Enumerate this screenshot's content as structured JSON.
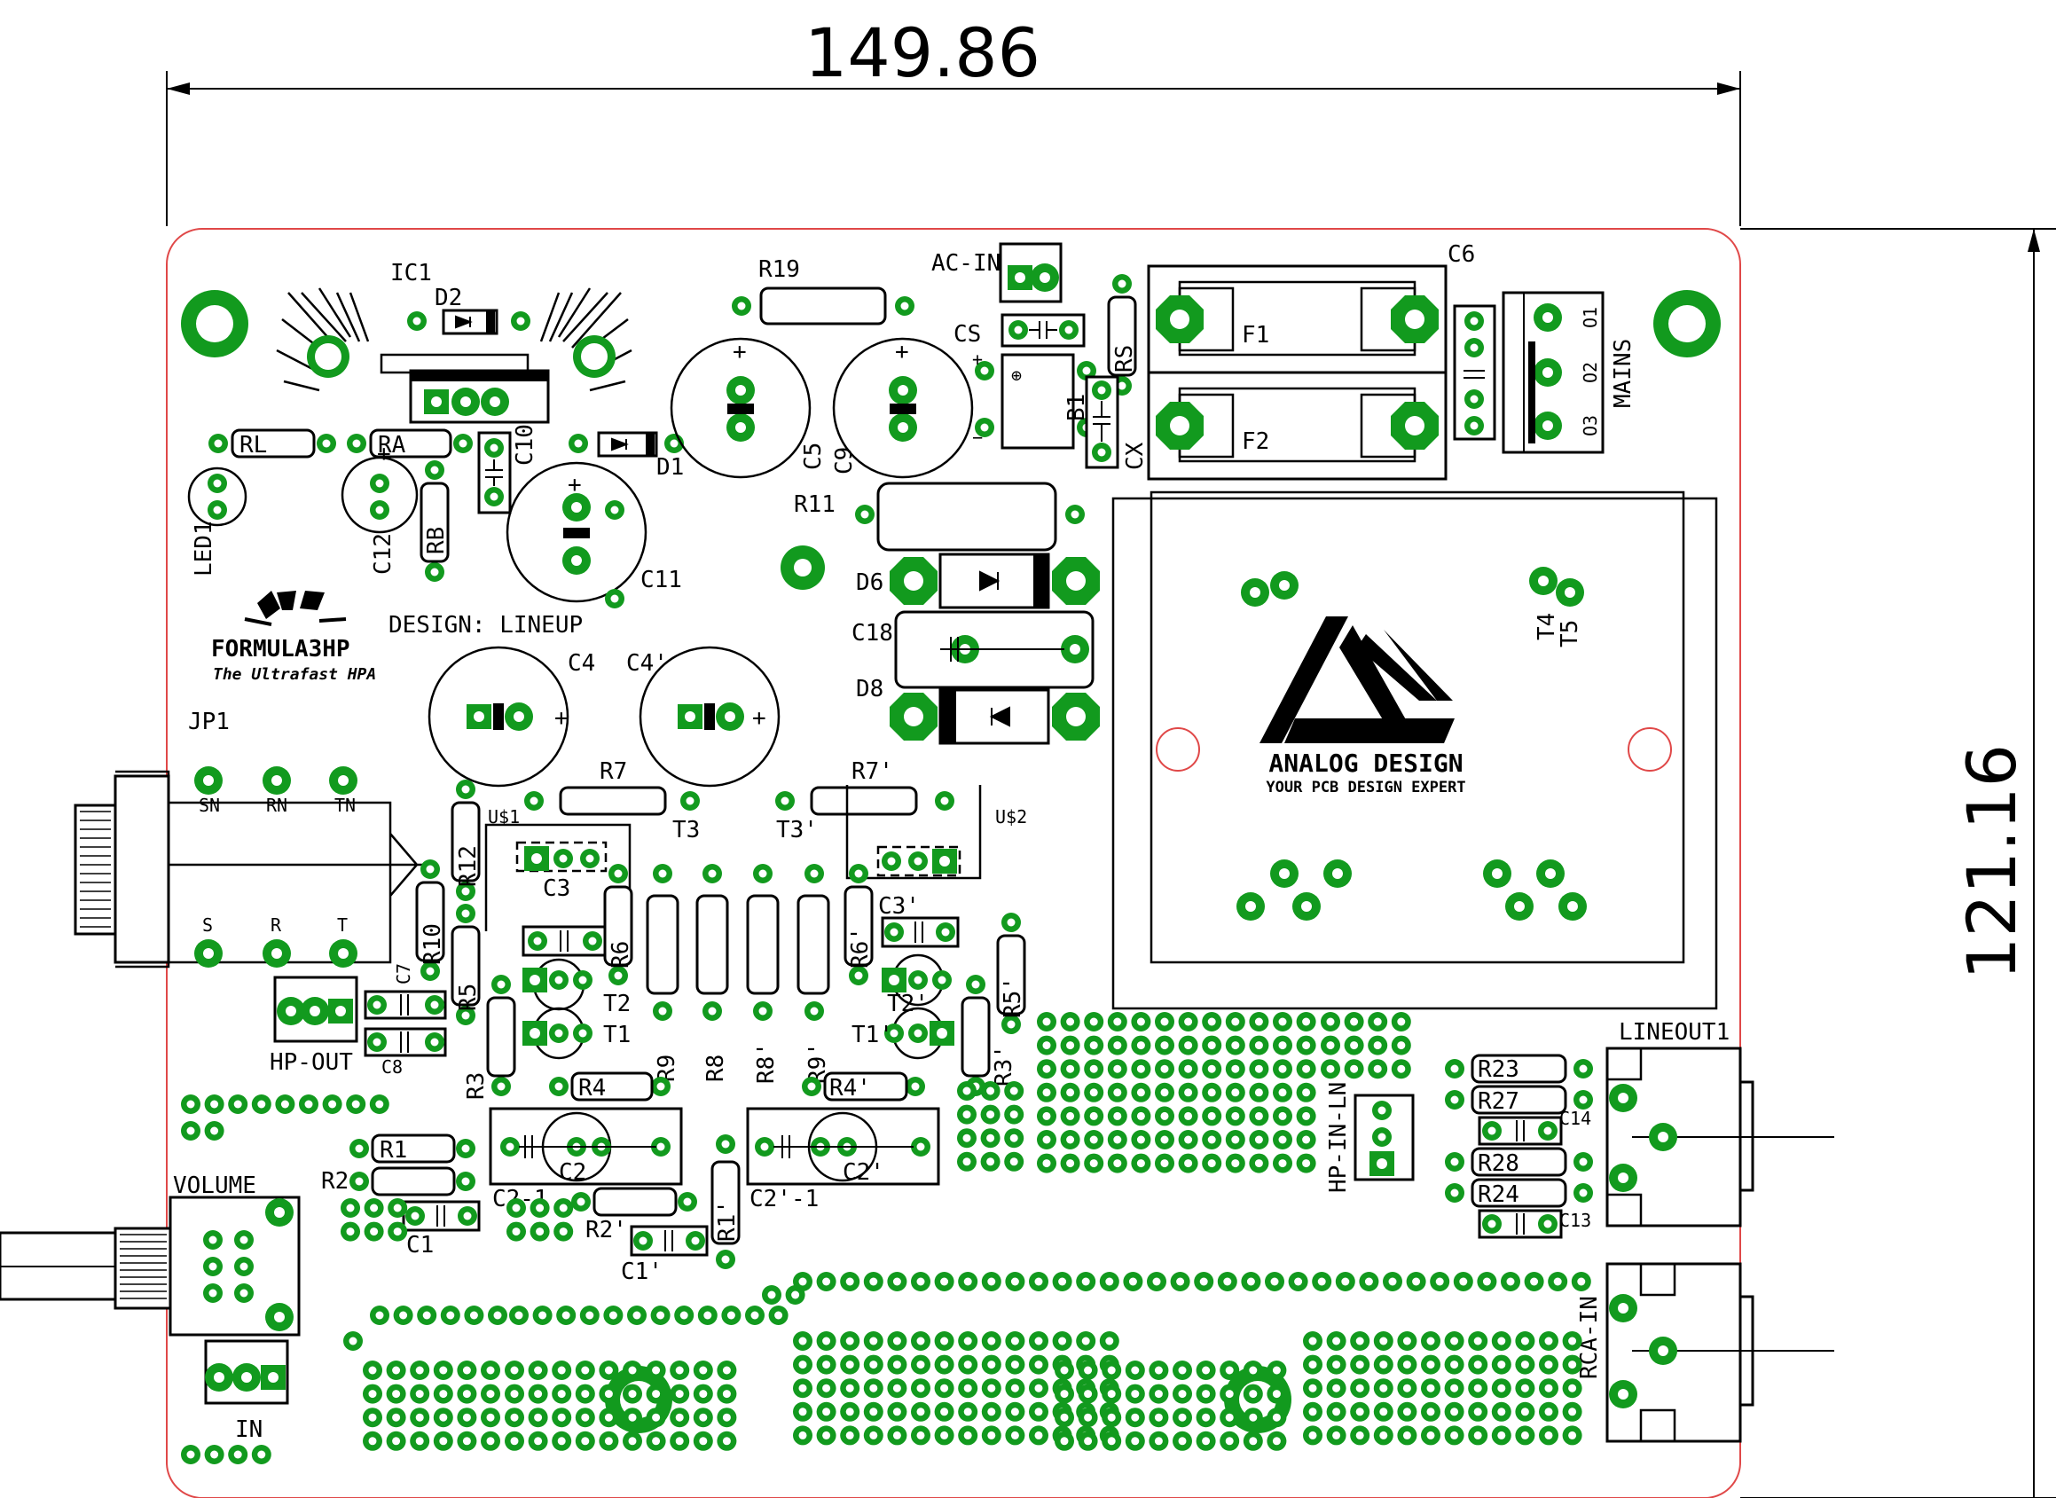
{
  "dimensions": {
    "width": "149.86",
    "height": "121.16"
  },
  "logos": {
    "formula": {
      "name": "FORMULA3HP",
      "tagline": "The Ultrafast HPA"
    },
    "analog": {
      "name": "ANALOG DESIGN",
      "tagline": "YOUR PCB DESIGN EXPERT"
    }
  },
  "design_credit": "DESIGN: LINEUP",
  "labels": {
    "IC1": "IC1",
    "D2": "D2",
    "D1": "D1",
    "RL": "RL",
    "RA": "RA",
    "RB": "RB",
    "C10": "C10",
    "C12": "C12",
    "C11": "C11",
    "LED1": "LED1",
    "R19": "R19",
    "C5": "C5",
    "C9": "C9",
    "AC_IN": "AC-IN",
    "CS": "CS",
    "RS": "RS",
    "B1": "B1",
    "CX": "CX",
    "C6": "C6",
    "F1": "F1",
    "F2": "F2",
    "MAINS": "MAINS",
    "R11": "R11",
    "D6": "D6",
    "C18": "C18",
    "D8": "D8",
    "T4": "T4",
    "T5": "T5",
    "C4": "C4",
    "C4p": "C4'",
    "JP1": "JP1",
    "SN": "SN",
    "RN": "RN",
    "TN": "TN",
    "S": "S",
    "R": "R",
    "T": "T",
    "R7": "R7",
    "R7p": "R7'",
    "T3": "T3",
    "T3p": "T3'",
    "US1": "U$1",
    "US2": "U$2",
    "R12": "R12",
    "C3": "C3",
    "C3p": "C3'",
    "R10": "R10",
    "R6": "R6",
    "R6p": "R6'",
    "C7": "C7",
    "C8": "C8",
    "HP_OUT": "HP-OUT",
    "R5": "R5",
    "R5p": "R5'",
    "T2": "T2",
    "T2p": "T2'",
    "T1": "T1",
    "T1p": "T1'",
    "R9": "R9",
    "R8": "R8",
    "R8p": "R8'",
    "R9p": "R9'",
    "R3": "R3",
    "R3p": "R3'",
    "R4": "R4",
    "R4p": "R4'",
    "C2": "C2",
    "C2p": "C2'",
    "C2_1": "C2-1",
    "C2_1p": "C2'-1",
    "R1": "R1",
    "R2": "R2",
    "R1p": "R1'",
    "R2p": "R2'",
    "C1": "C1",
    "C1p": "C1'",
    "VOLUME": "VOLUME",
    "IN": "IN",
    "HP_IN_LN": "HP-IN-LN",
    "R23": "R23",
    "R27": "R27",
    "C14": "C14",
    "R28": "R28",
    "R24": "R24",
    "C13": "C13",
    "LINEOUT1": "LINEOUT1",
    "RCA_IN": "RCA-IN",
    "mains_pin1": "O1",
    "mains_pin2": "O2",
    "mains_pin3": "O3"
  },
  "colors": {
    "copper_pad": "#129a1e",
    "board_outline": "#e04848",
    "silkscreen": "#000000"
  }
}
